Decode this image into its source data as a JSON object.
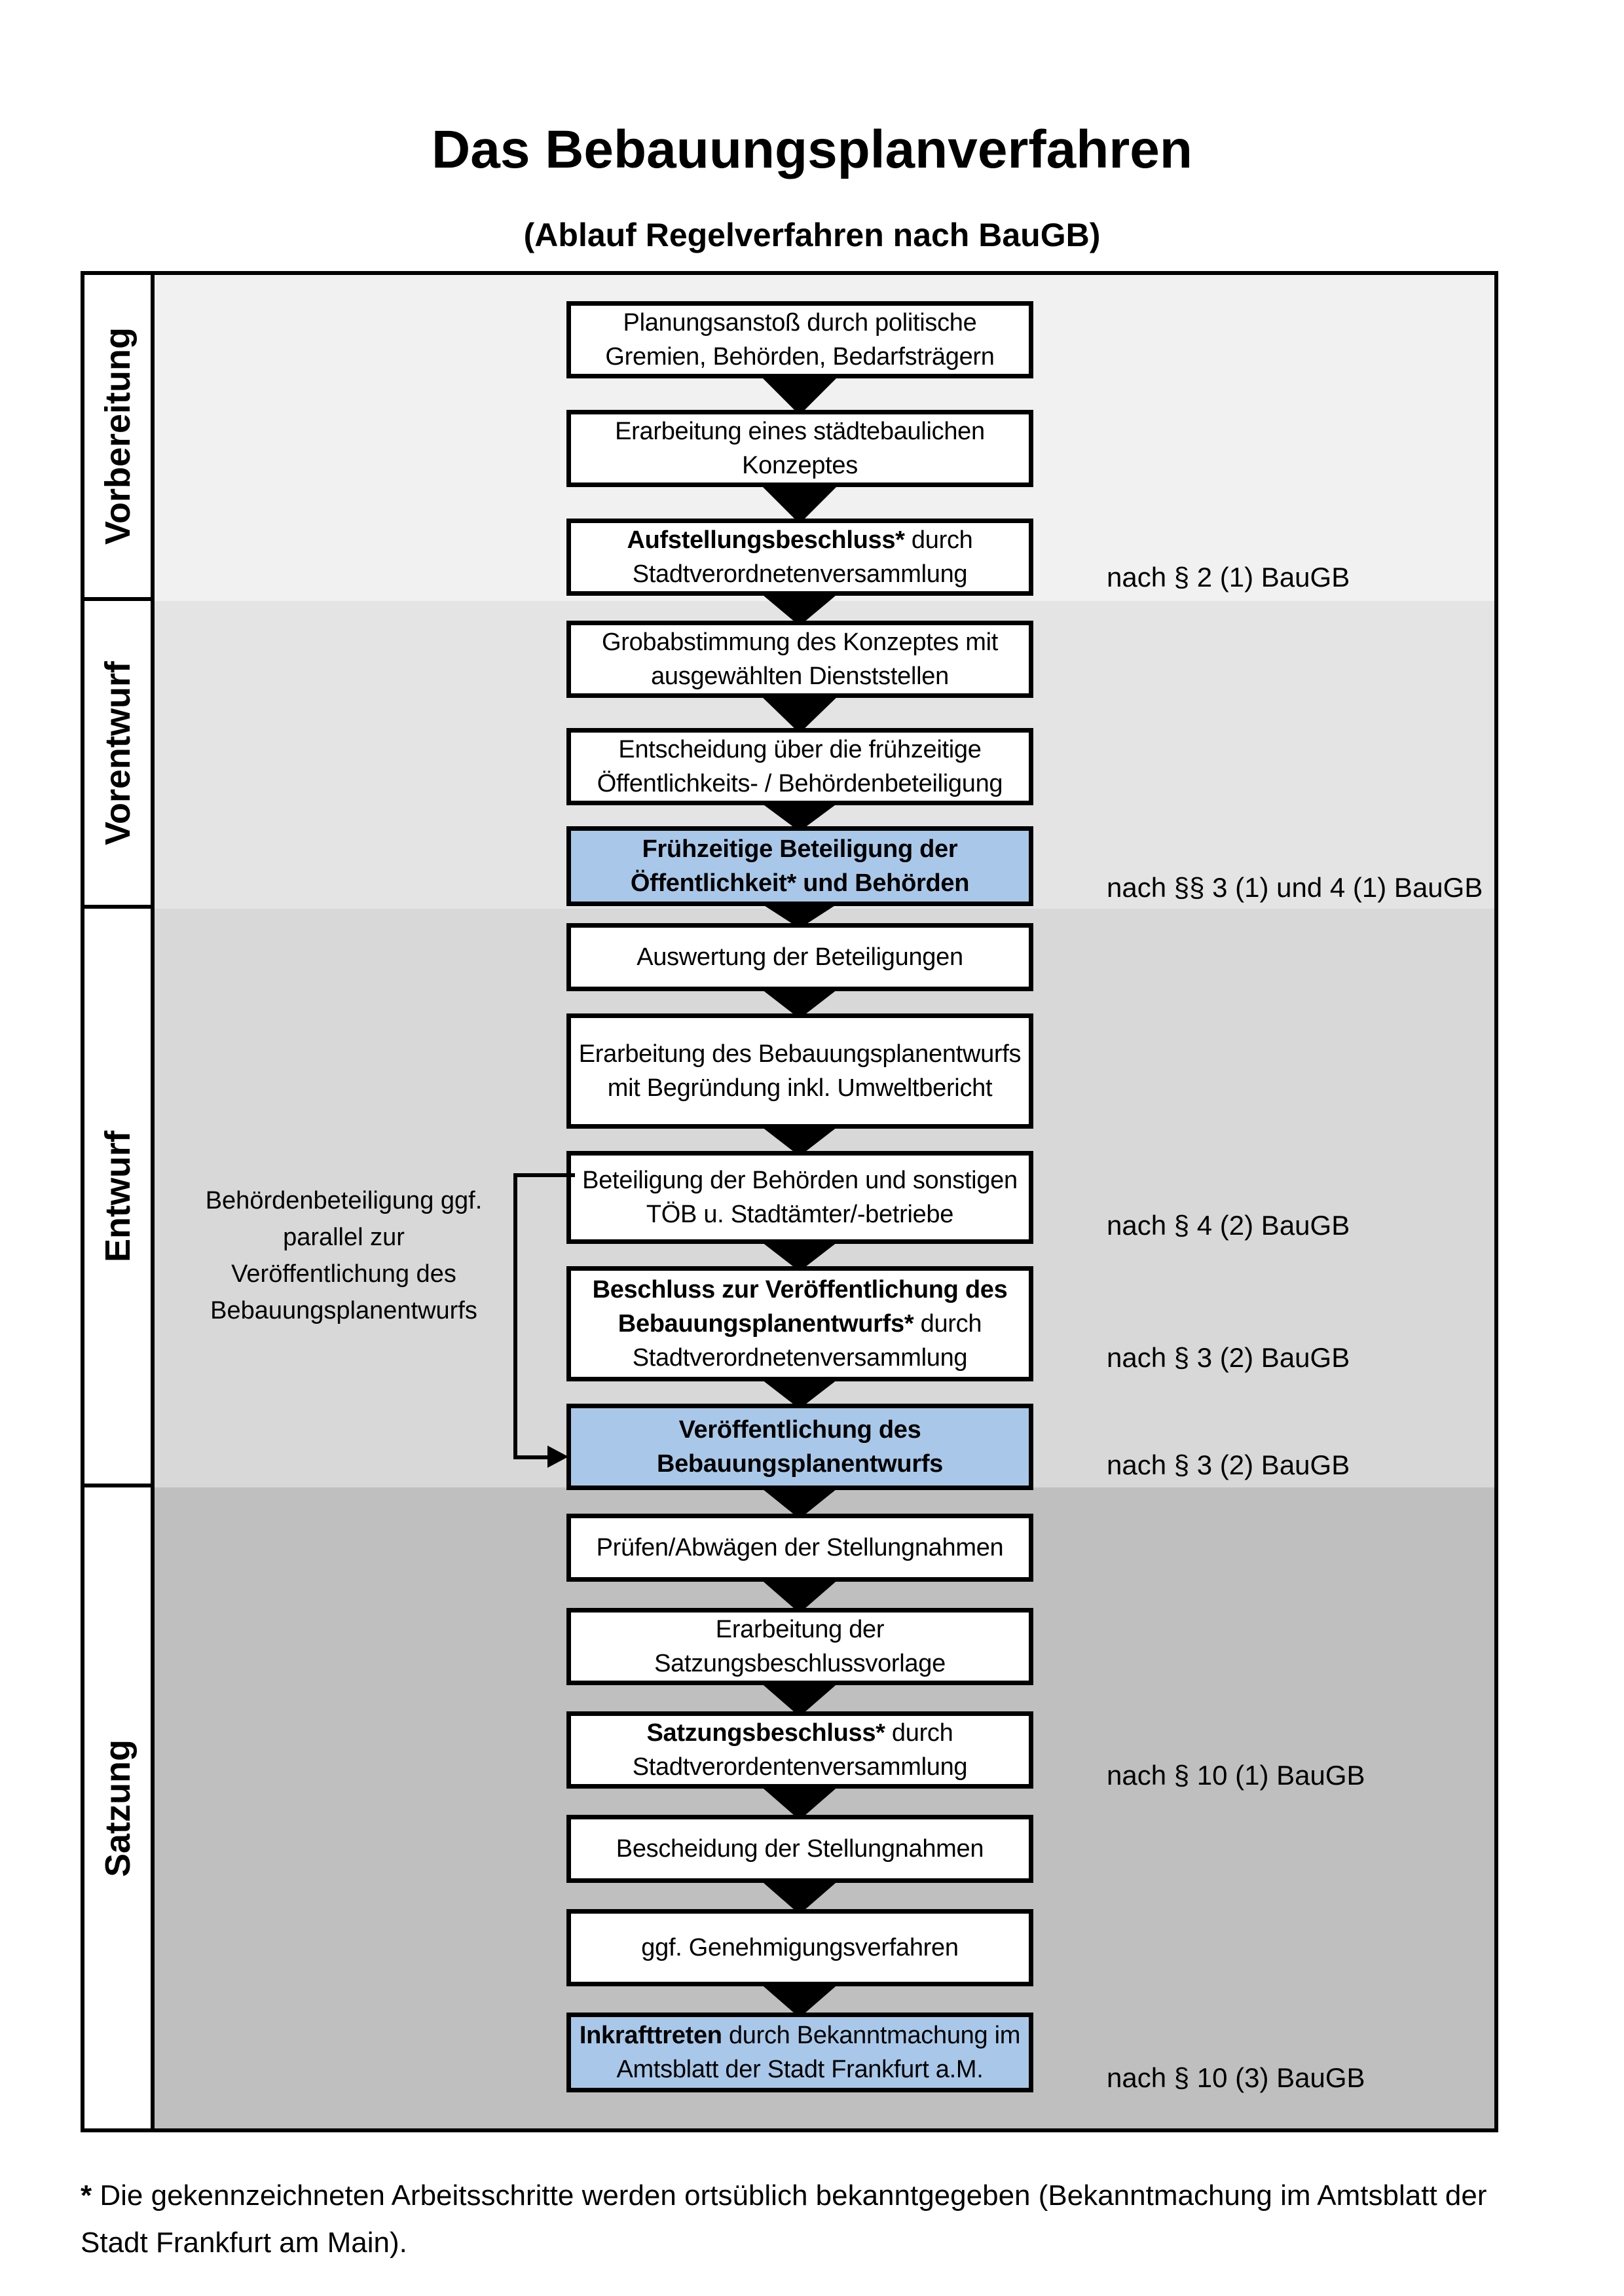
{
  "title": "Das Bebauungsplanverfahren",
  "subtitle": "(Ablauf Regelverfahren nach BauGB)",
  "colors": {
    "highlight_box": "#a9c8e9",
    "box_background": "#ffffff",
    "box_border": "#000000",
    "phase_backgrounds": [
      "#f1f1f1",
      "#e4e4e4",
      "#d8d8d8",
      "#bfbfbf"
    ],
    "label_column_background": "#ffffff",
    "text": "#000000"
  },
  "phases": [
    {
      "label": "Vorbereitung"
    },
    {
      "label": "Vorentwurf"
    },
    {
      "label": "Entwurf"
    },
    {
      "label": "Satzung"
    }
  ],
  "boxes": [
    {
      "phase": 0,
      "highlighted": false,
      "segments": [
        {
          "text": "Planungsanstoß durch politische Gremien, Behörden, Bedarfsträgern",
          "bold": false
        }
      ],
      "annotation": null
    },
    {
      "phase": 0,
      "highlighted": false,
      "segments": [
        {
          "text": "Erarbeitung eines städtebaulichen Konzeptes",
          "bold": false
        }
      ],
      "annotation": null
    },
    {
      "phase": 0,
      "highlighted": false,
      "segments": [
        {
          "text": "Aufstellungsbeschluss*",
          "bold": true
        },
        {
          "text": " durch Stadtverordnetenversammlung",
          "bold": false
        }
      ],
      "annotation": "nach § 2 (1) BauGB"
    },
    {
      "phase": 1,
      "highlighted": false,
      "segments": [
        {
          "text": "Grobabstimmung des Konzeptes mit ausgewählten Dienststellen",
          "bold": false
        }
      ],
      "annotation": null
    },
    {
      "phase": 1,
      "highlighted": false,
      "segments": [
        {
          "text": "Entscheidung über die frühzeitige Öffentlichkeits- / Behördenbeteiligung",
          "bold": false
        }
      ],
      "annotation": null
    },
    {
      "phase": 1,
      "highlighted": true,
      "segments": [
        {
          "text": "Frühzeitige Beteiligung der Öffentlichkeit* und Behörden",
          "bold": true
        }
      ],
      "annotation": "nach §§ 3 (1) und 4 (1) BauGB"
    },
    {
      "phase": 2,
      "highlighted": false,
      "segments": [
        {
          "text": "Auswertung der Beteiligungen",
          "bold": false
        }
      ],
      "annotation": null
    },
    {
      "phase": 2,
      "highlighted": false,
      "segments": [
        {
          "text": "Erarbeitung des Bebauungsplanentwurfs mit Begründung inkl. Umweltbericht",
          "bold": false
        }
      ],
      "annotation": null
    },
    {
      "phase": 2,
      "highlighted": false,
      "segments": [
        {
          "text": "Beteiligung der Behörden und sonstigen TÖB u. Stadtämter/-betriebe",
          "bold": false
        }
      ],
      "annotation": "nach § 4 (2) BauGB"
    },
    {
      "phase": 2,
      "highlighted": false,
      "segments": [
        {
          "text": "Beschluss zur Veröffentlichung des Bebauungsplanentwurfs*",
          "bold": true
        },
        {
          "text": " durch Stadtverordnetenversammlung",
          "bold": false
        }
      ],
      "annotation": "nach § 3 (2) BauGB"
    },
    {
      "phase": 2,
      "highlighted": true,
      "segments": [
        {
          "text": "Veröffentlichung des Bebauungsplanentwurfs",
          "bold": true
        }
      ],
      "annotation": "nach § 3 (2) BauGB"
    },
    {
      "phase": 3,
      "highlighted": false,
      "segments": [
        {
          "text": "Prüfen/Abwägen der Stellungnahmen",
          "bold": false
        }
      ],
      "annotation": null
    },
    {
      "phase": 3,
      "highlighted": false,
      "segments": [
        {
          "text": "Erarbeitung der Satzungsbeschlussvorlage",
          "bold": false
        }
      ],
      "annotation": null
    },
    {
      "phase": 3,
      "highlighted": false,
      "segments": [
        {
          "text": "Satzungsbeschluss*",
          "bold": true
        },
        {
          "text": " durch Stadtverordentenversammlung",
          "bold": false
        }
      ],
      "annotation": "nach § 10 (1) BauGB"
    },
    {
      "phase": 3,
      "highlighted": false,
      "segments": [
        {
          "text": "Bescheidung der Stellungnahmen",
          "bold": false
        }
      ],
      "annotation": null
    },
    {
      "phase": 3,
      "highlighted": false,
      "segments": [
        {
          "text": "ggf. Genehmigungsverfahren",
          "bold": false
        }
      ],
      "annotation": null
    },
    {
      "phase": 3,
      "highlighted": true,
      "segments": [
        {
          "text": "Inkrafttreten",
          "bold": true
        },
        {
          "text": " durch Bekanntmachung im Amtsblatt der Stadt Frankfurt a.M.",
          "bold": false
        }
      ],
      "annotation": "nach § 10 (3) BauGB"
    }
  ],
  "side_note": "Behördenbeteiligung ggf. parallel zur Veröffentlichung des Bebauungsplanentwurfs",
  "footnote_mark": "*",
  "footnote_text": "Die gekennzeichneten Arbeitsschritte werden ortsüblich bekanntgegeben (Bekanntmachung im Amtsblatt  der Stadt Frankfurt am Main)."
}
